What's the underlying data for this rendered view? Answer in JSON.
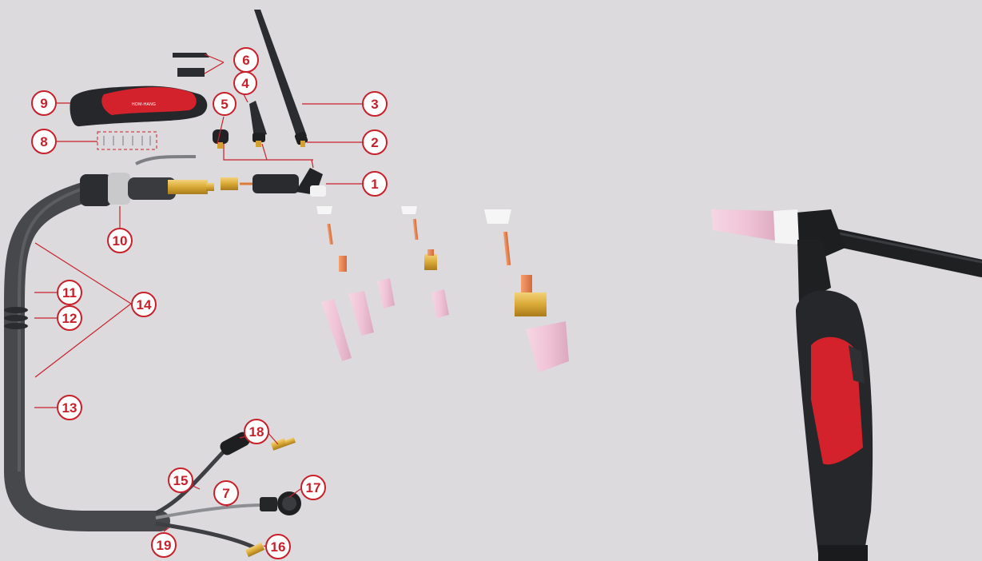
{
  "diagram": {
    "brand_mark": "HOM-HANG",
    "callouts": [
      "1",
      "2",
      "3",
      "4",
      "5",
      "6",
      "7",
      "8",
      "9",
      "10",
      "11",
      "12",
      "13",
      "14",
      "15",
      "16",
      "17",
      "18",
      "19"
    ],
    "colors": {
      "accent": "#c8202a",
      "background": "#dcdadd",
      "cable": "#47484c",
      "handle_red": "#d3222c",
      "ceramic_pink": "#f0c4d6",
      "brass": "#d9a936"
    }
  }
}
